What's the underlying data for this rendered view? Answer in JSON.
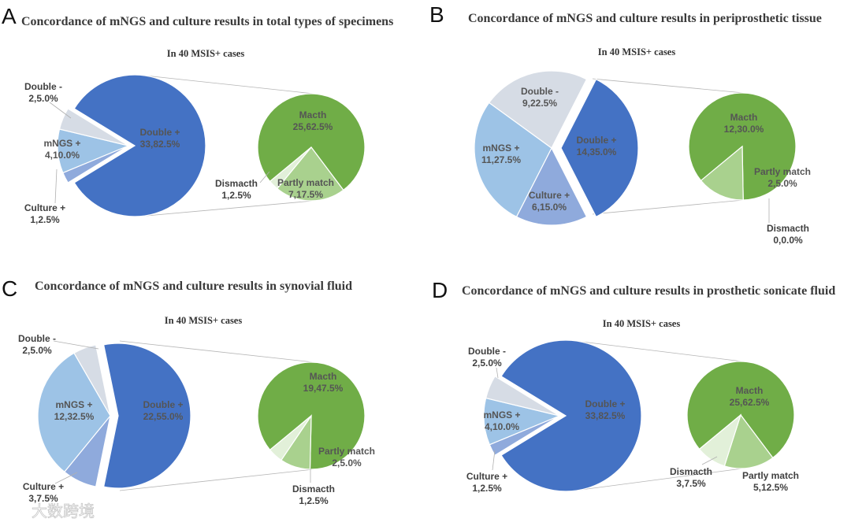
{
  "colors": {
    "double_plus": "#4472c4",
    "double_minus": "#d6dce5",
    "mngs_plus": "#9dc3e6",
    "culture_plus": "#8faadc",
    "match": "#70ad47",
    "partly_match": "#a9d18e",
    "dismatch": "#e2f0d9"
  },
  "watermark": "大数跨境",
  "chart_data": [
    {
      "type": "pie",
      "panel": "A",
      "title": "Concordance of mNGS and culture results  in total types of specimens",
      "subtitle": "In 40 MSIS+ cases",
      "main_slices": [
        {
          "name": "Double +",
          "value": 33,
          "label_line1": "Double +",
          "label_line2": "33,82.5%"
        },
        {
          "name": "Culture +",
          "value": 1,
          "label_line1": "Culture +",
          "label_line2": "1,2.5%"
        },
        {
          "name": "mNGS +",
          "value": 4,
          "label_line1": "mNGS +",
          "label_line2": "4,10.0%"
        },
        {
          "name": "Double -",
          "value": 2,
          "label_line1": "Double -",
          "label_line2": "2,5.0%"
        }
      ],
      "detail_slices": [
        {
          "name": "Macth",
          "value": 25,
          "label_line1": "Macth",
          "label_line2": "25,62.5%"
        },
        {
          "name": "Partly match",
          "value": 7,
          "label_line1": "Partly match",
          "label_line2": "7,17.5%"
        },
        {
          "name": "Dismacth",
          "value": 1,
          "label_line1": "Dismacth",
          "label_line2": "1,2.5%"
        }
      ]
    },
    {
      "type": "pie",
      "panel": "B",
      "title": "Concordance of mNGS and culture results  in periprosthetic tissue",
      "subtitle": "In 40 MSIS+ cases",
      "main_slices": [
        {
          "name": "Double +",
          "value": 14,
          "label_line1": "Double +",
          "label_line2": "14,35.0%"
        },
        {
          "name": "Culture +",
          "value": 6,
          "label_line1": "Culture +",
          "label_line2": "6,15.0%"
        },
        {
          "name": "mNGS +",
          "value": 11,
          "label_line1": "mNGS +",
          "label_line2": "11,27.5%"
        },
        {
          "name": "Double -",
          "value": 9,
          "label_line1": "Double -",
          "label_line2": "9,22.5%"
        }
      ],
      "detail_slices": [
        {
          "name": "Macth",
          "value": 12,
          "label_line1": "Macth",
          "label_line2": "12,30.0%"
        },
        {
          "name": "Partly match",
          "value": 2,
          "label_line1": "Partly match",
          "label_line2": "2,5.0%"
        },
        {
          "name": "Dismacth",
          "value": 0,
          "label_line1": "Dismacth",
          "label_line2": "0,0.0%"
        }
      ]
    },
    {
      "type": "pie",
      "panel": "C",
      "title": "Concordance of mNGS and culture results in synovial fluid",
      "subtitle": "In 40 MSIS+ cases",
      "main_slices": [
        {
          "name": "Double +",
          "value": 22,
          "label_line1": "Double +",
          "label_line2": "22,55.0%"
        },
        {
          "name": "Culture +",
          "value": 3,
          "label_line1": "Culture +",
          "label_line2": "3,7.5%"
        },
        {
          "name": "mNGS +",
          "value": 12,
          "label_line1": "mNGS +",
          "label_line2": "12,32.5%"
        },
        {
          "name": "Double -",
          "value": 2,
          "label_line1": "Double -",
          "label_line2": "2,5.0%"
        }
      ],
      "detail_slices": [
        {
          "name": "Macth",
          "value": 19,
          "label_line1": "Macth",
          "label_line2": "19,47.5%"
        },
        {
          "name": "Partly match",
          "value": 2,
          "label_line1": "Partly match",
          "label_line2": "2,5.0%"
        },
        {
          "name": "Dismacth",
          "value": 1,
          "label_line1": "Dismacth",
          "label_line2": "1,2.5%"
        }
      ]
    },
    {
      "type": "pie",
      "panel": "D",
      "title": "Concordance of mNGS and culture results in prosthetic sonicate fluid",
      "subtitle": "In 40 MSIS+ cases",
      "main_slices": [
        {
          "name": "Double +",
          "value": 33,
          "label_line1": "Double +",
          "label_line2": "33,82.5%"
        },
        {
          "name": "Culture +",
          "value": 1,
          "label_line1": "Culture +",
          "label_line2": "1,2.5%"
        },
        {
          "name": "mNGS +",
          "value": 4,
          "label_line1": "mNGS +",
          "label_line2": "4,10.0%"
        },
        {
          "name": "Double -",
          "value": 2,
          "label_line1": "Double -",
          "label_line2": "2,5.0%"
        }
      ],
      "detail_slices": [
        {
          "name": "Macth",
          "value": 25,
          "label_line1": "Macth",
          "label_line2": "25,62.5%"
        },
        {
          "name": "Partly match",
          "value": 5,
          "label_line1": "Partly match",
          "label_line2": "5,12.5%"
        },
        {
          "name": "Dismacth",
          "value": 3,
          "label_line1": "Dismacth",
          "label_line2": "3,7.5%"
        }
      ]
    }
  ]
}
